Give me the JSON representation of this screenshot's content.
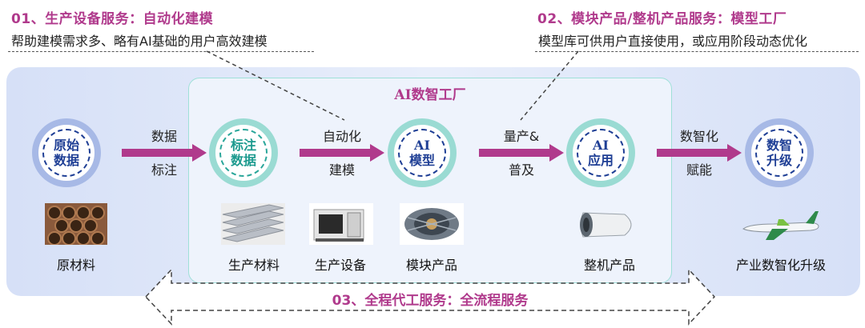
{
  "top_left": {
    "title": "01、生产设备服务：自动化建模",
    "desc": "帮助建模需求多、略有AI基础的用户高效建模"
  },
  "top_right": {
    "title": "02、模块产品/整机产品服务：模型工厂",
    "desc": "模型库可供用户直接使用，或应用阶段动态优化"
  },
  "factory_title": "AI数智工厂",
  "nodes": {
    "raw_line1": "原始",
    "raw_line2": "数据",
    "label_line1": "标注",
    "label_line2": "数据",
    "model_line1": "AI",
    "model_line2": "模型",
    "app_line1": "AI",
    "app_line2": "应用",
    "upgrade_line1": "数智",
    "upgrade_line2": "升级"
  },
  "arrows": {
    "a1_top": "数据",
    "a1_bottom": "标注",
    "a2_top": "自动化",
    "a2_bottom": "建模",
    "a3_top": "量产&",
    "a3_bottom": "普及",
    "a4_top": "数智化",
    "a4_bottom": "赋能"
  },
  "images": {
    "raw_material": "原材料",
    "production_material": "生产材料",
    "production_equipment": "生产设备",
    "module_product": "模块产品",
    "whole_product": "整机产品",
    "industry_upgrade": "产业数智化升级"
  },
  "bottom_title": "03、全程代工服务：全流程服务",
  "colors": {
    "accent": "#b03a8c",
    "navy": "#1f3f95",
    "arrow": "#b03a8c",
    "teal": "#9adbd3",
    "blue_ring": "#a7b9e6"
  }
}
